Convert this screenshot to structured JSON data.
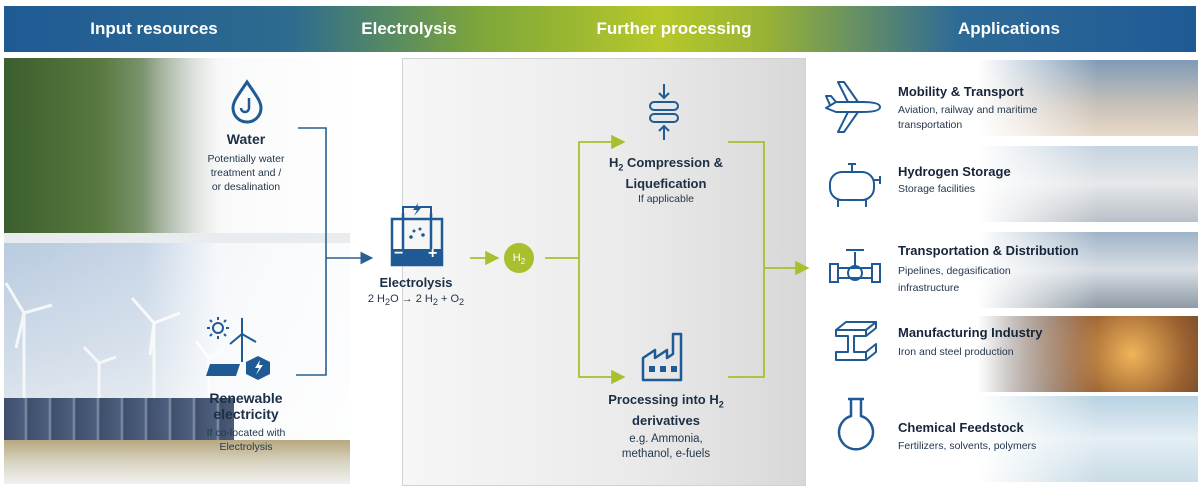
{
  "header": {
    "input_resources": "Input resources",
    "electrolysis": "Electrolysis",
    "further_processing": "Further processing",
    "applications": "Applications"
  },
  "inputs": {
    "water": {
      "title": "Water",
      "desc": [
        "Potentially water",
        "treatment and /",
        "or desalination"
      ],
      "icon": "water-drop-icon"
    },
    "renewable": {
      "title": [
        "Renewable",
        "electricity"
      ],
      "desc": [
        "If co-located with",
        "Electrolysis"
      ],
      "icon": "sun-wind-solar-icon"
    }
  },
  "electrolysis": {
    "title": "Electrolysis",
    "equation": {
      "p1": "2 H",
      "s1": "2",
      "p2": "O → 2 H",
      "s2": "2",
      "p3": " +  O",
      "s3": "2"
    },
    "icon": "electrolyzer-icon",
    "minus": "−",
    "plus": "+"
  },
  "h2": {
    "base": "H",
    "sub": "2"
  },
  "processing": {
    "compression": {
      "title_a": "H",
      "title_sub": "2",
      "title_b": " Compression &",
      "title_line2": "Liquefication",
      "desc": "If applicable",
      "icon": "compression-icon"
    },
    "derivatives": {
      "title_a": "Processing into H",
      "title_sub": "2",
      "title_line2": "derivatives",
      "desc": [
        "e.g. Ammonia,",
        "methanol, e-fuels"
      ],
      "icon": "factory-icon"
    }
  },
  "applications": [
    {
      "title": "Mobility & Transport",
      "desc": [
        "Aviation, railway and maritime",
        "transportation"
      ],
      "icon": "airplane-icon"
    },
    {
      "title": "Hydrogen Storage",
      "desc": [
        "Storage facilities"
      ],
      "icon": "storage-tank-icon"
    },
    {
      "title": "Transportation & Distribution",
      "desc": [
        "Pipelines, degasification",
        "infrastructure"
      ],
      "icon": "pipeline-valve-icon"
    },
    {
      "title": "Manufacturing Industry",
      "desc": [
        "Iron and steel production"
      ],
      "icon": "steel-beam-icon"
    },
    {
      "title": "Chemical Feedstock",
      "desc": [
        "Fertilizers, solvents, polymers"
      ],
      "icon": "flask-icon"
    }
  ],
  "colors": {
    "blue": "#1f5a95",
    "green": "#b7c82a",
    "navy": "#1c3550"
  }
}
